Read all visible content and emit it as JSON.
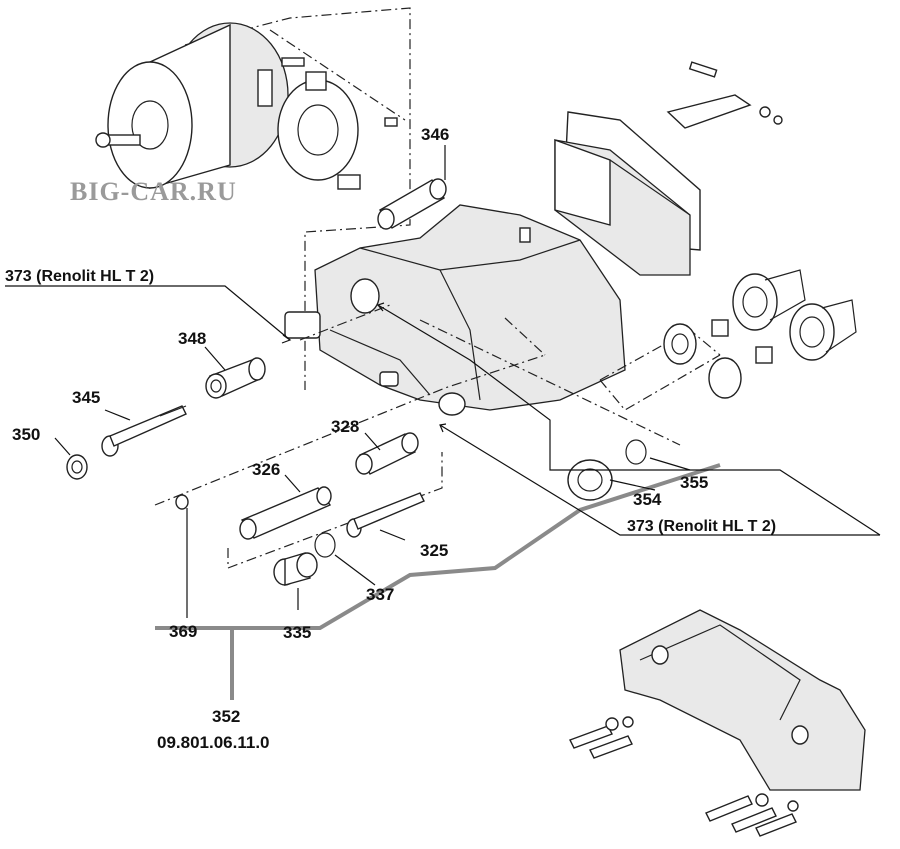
{
  "watermark": "BIG-CAR.RU",
  "callouts": {
    "c346": "346",
    "c373_left": "373 (Renolit HL T 2)",
    "c348": "348",
    "c345": "345",
    "c350": "350",
    "c328": "328",
    "c326": "326",
    "c325": "325",
    "c337": "337",
    "c335": "335",
    "c369": "369",
    "c352": "352",
    "c352_part_number": "09.801.06.11.0",
    "c354": "354",
    "c355": "355",
    "c373_right": "373 (Renolit HL T 2)"
  },
  "colors": {
    "line": "#222222",
    "watermark": "#9a9a9a",
    "kit_line": "#8a8a8a",
    "background": "#ffffff"
  }
}
